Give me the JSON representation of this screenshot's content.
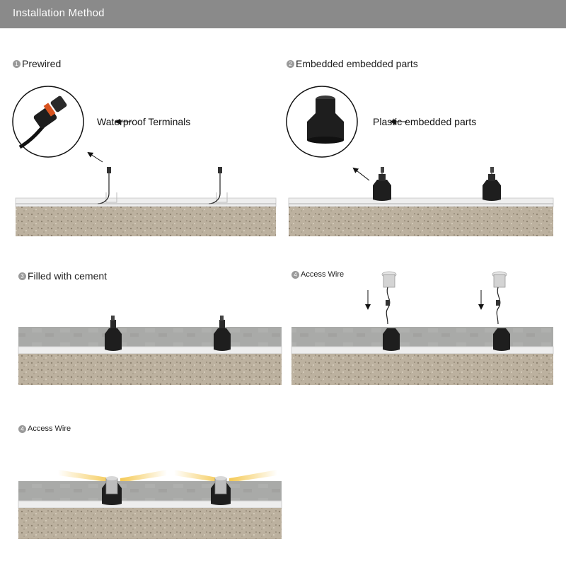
{
  "header": {
    "title": "Installation Method",
    "bg_color": "#8a8a8a"
  },
  "steps": [
    {
      "number": "1",
      "label": "Prewired",
      "callout": "Waterproof Terminals"
    },
    {
      "number": "2",
      "label": "Embedded embedded parts",
      "callout": "Plastic embedded parts"
    },
    {
      "number": "3",
      "label": "Filled with cement"
    },
    {
      "number": "4",
      "label": "Access Wire"
    },
    {
      "number": "4",
      "label": "Access Wire"
    }
  ],
  "colors": {
    "gravel": "#b7ab99",
    "cement": "#a7a8a6",
    "part": "#1c1c1c",
    "light_beam": "#f4c64a"
  }
}
